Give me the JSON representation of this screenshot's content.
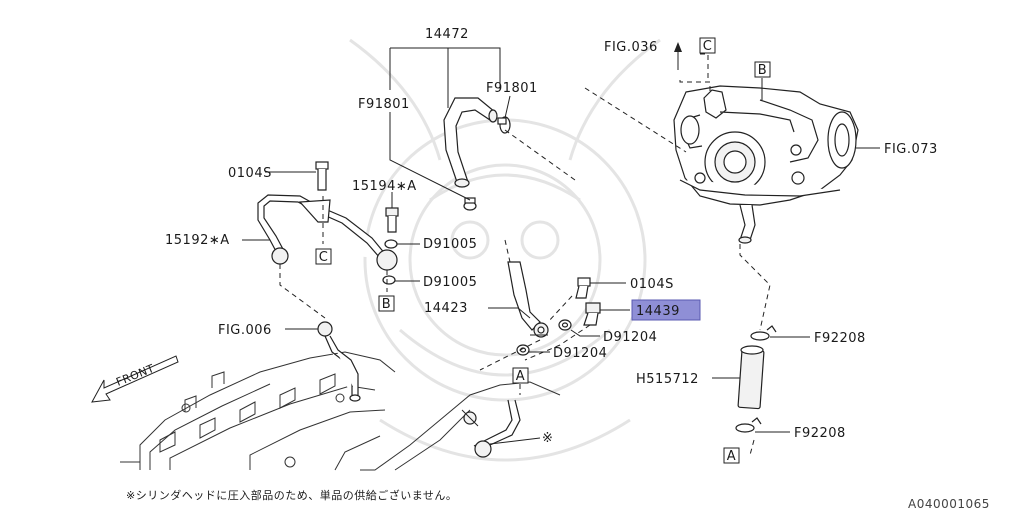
{
  "labels": {
    "p14472": "14472",
    "f91801_left": "F91801",
    "f91801_right": "F91801",
    "fig036": "FIG.036",
    "fig073": "FIG.073",
    "p0104s_top": "0104S",
    "p15194a": "15194∗A",
    "p15192a": "15192∗A",
    "d91005_top": "D91005",
    "d91005_bottom": "D91005",
    "p0104s_mid": "0104S",
    "p14439": "14439",
    "p14423": "14423",
    "d91204_right": "D91204",
    "d91204_left": "D91204",
    "fig006": "FIG.006",
    "front": "FRONT",
    "f92208_top": "F92208",
    "h515712": "H515712",
    "f92208_bottom": "F92208",
    "asterisk": "※"
  },
  "refs": {
    "c_top": "C",
    "b_top": "B",
    "c_mid": "C",
    "b_mid": "B",
    "a_mid": "A",
    "a_bottom": "A"
  },
  "footnote": "※シリンダヘッドに圧入部品のため、単品の供給ございません。",
  "diagram_code": "A040001065",
  "colors": {
    "highlight": "#8f8fd6",
    "line": "#222222",
    "watermark": "#e4e4e4"
  }
}
